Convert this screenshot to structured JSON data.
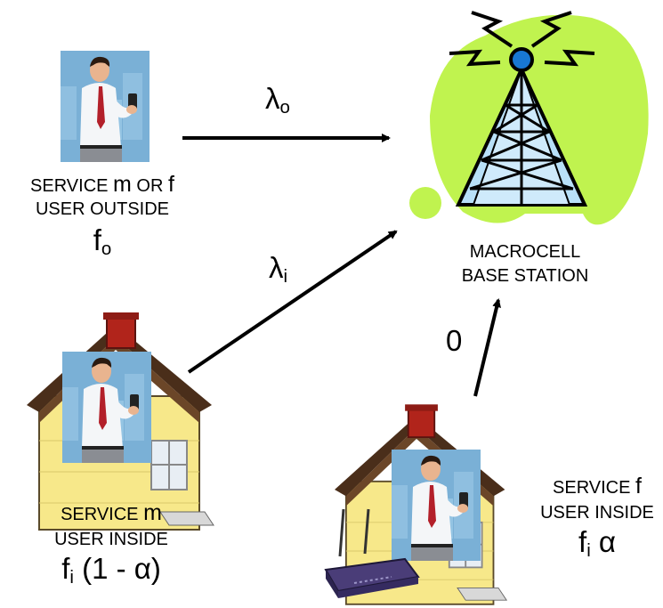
{
  "arrows": {
    "lambda_o": {
      "symbol": "λ",
      "sub": "o"
    },
    "lambda_i": {
      "symbol": "λ",
      "sub": "i"
    },
    "zero": "0"
  },
  "base_station": {
    "line1": "MACROCELL",
    "line2": "BASE STATION",
    "colors": {
      "blob": "#c0f34f",
      "tower": "#b8e0f8",
      "tower_outline": "#000000",
      "beacon": "#1877d3"
    }
  },
  "user_outside": {
    "line1_a": "SERVICE ",
    "line1_m": "m",
    "line1_b": " OR ",
    "line1_f": "f",
    "line2": "USER OUTSIDE",
    "formula_symbol": "f",
    "formula_sub": "o"
  },
  "user_inside_m": {
    "line1_a": "SERVICE ",
    "line1_m": "m",
    "line2": "USER INSIDE",
    "formula_symbol": "f",
    "formula_sub": "i",
    "formula_rest": " (1 - α)"
  },
  "user_inside_f": {
    "line1_a": "SERVICE ",
    "line1_f": "f",
    "line2": "USER INSIDE",
    "formula_symbol": "f",
    "formula_sub": "i",
    "formula_rest": " α"
  },
  "colors": {
    "house_wall": "#f7e88a",
    "roof": "#4a2e1a",
    "chimney": "#b1241b",
    "photo_bg": "#7ab0d6",
    "router": "#4a3d78"
  }
}
